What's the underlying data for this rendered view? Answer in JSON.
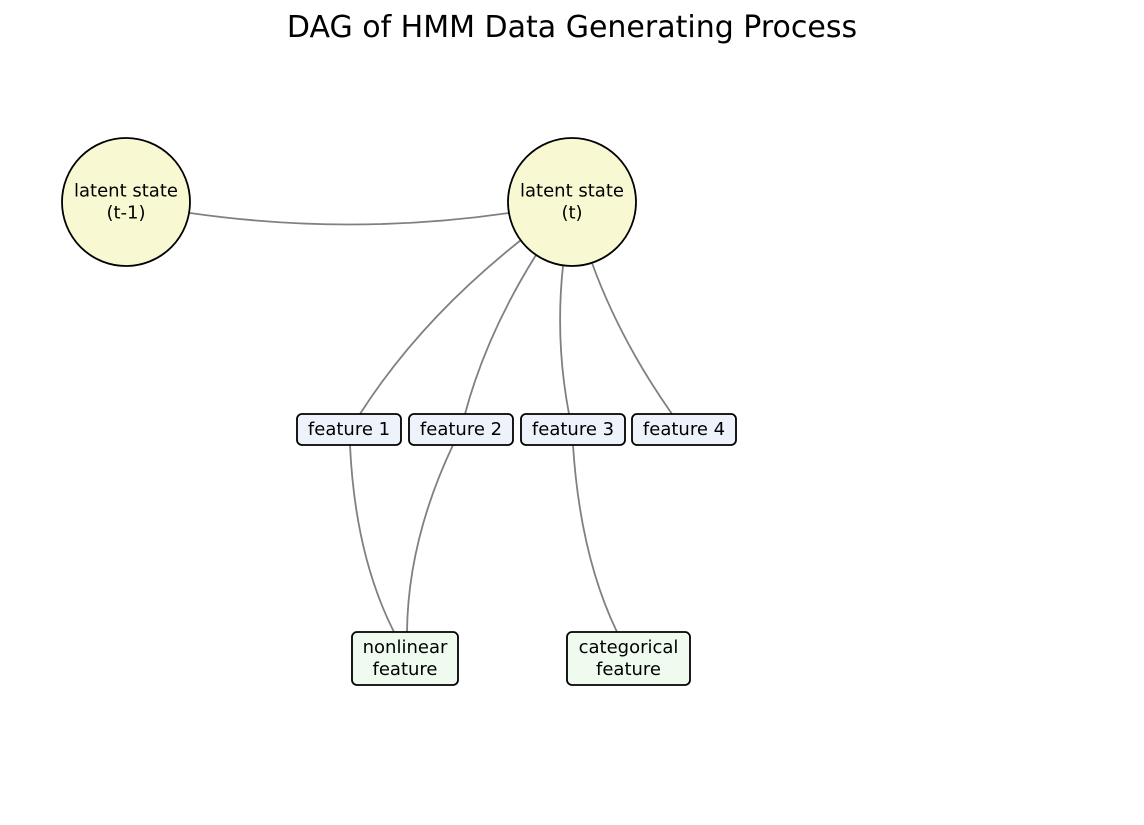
{
  "title": "DAG of HMM Data Generating Process",
  "colors": {
    "edge": "#808080",
    "node_stroke": "#000000",
    "latent_fill": "#f8f8d2",
    "feature_fill": "#eef3fb",
    "derived_fill": "#eefbee"
  },
  "nodes": [
    {
      "id": "latent_prev",
      "kind": "latent",
      "lines": [
        "latent state",
        "(t-1)"
      ]
    },
    {
      "id": "latent_t",
      "kind": "latent",
      "lines": [
        "latent state",
        "(t)"
      ]
    },
    {
      "id": "feature_1",
      "kind": "feature",
      "lines": [
        "feature 1"
      ]
    },
    {
      "id": "feature_2",
      "kind": "feature",
      "lines": [
        "feature 2"
      ]
    },
    {
      "id": "feature_3",
      "kind": "feature",
      "lines": [
        "feature 3"
      ]
    },
    {
      "id": "feature_4",
      "kind": "feature",
      "lines": [
        "feature 4"
      ]
    },
    {
      "id": "nonlinear_feature",
      "kind": "derived",
      "lines": [
        "nonlinear",
        "feature"
      ]
    },
    {
      "id": "categorical_feature",
      "kind": "derived",
      "lines": [
        "categorical",
        "feature"
      ]
    }
  ],
  "edges": [
    {
      "from": "latent_prev",
      "to": "latent_t"
    },
    {
      "from": "latent_t",
      "to": "feature_1"
    },
    {
      "from": "latent_t",
      "to": "feature_2"
    },
    {
      "from": "latent_t",
      "to": "feature_3"
    },
    {
      "from": "latent_t",
      "to": "feature_4"
    },
    {
      "from": "feature_1",
      "to": "nonlinear_feature"
    },
    {
      "from": "feature_2",
      "to": "nonlinear_feature"
    },
    {
      "from": "feature_3",
      "to": "categorical_feature"
    }
  ]
}
